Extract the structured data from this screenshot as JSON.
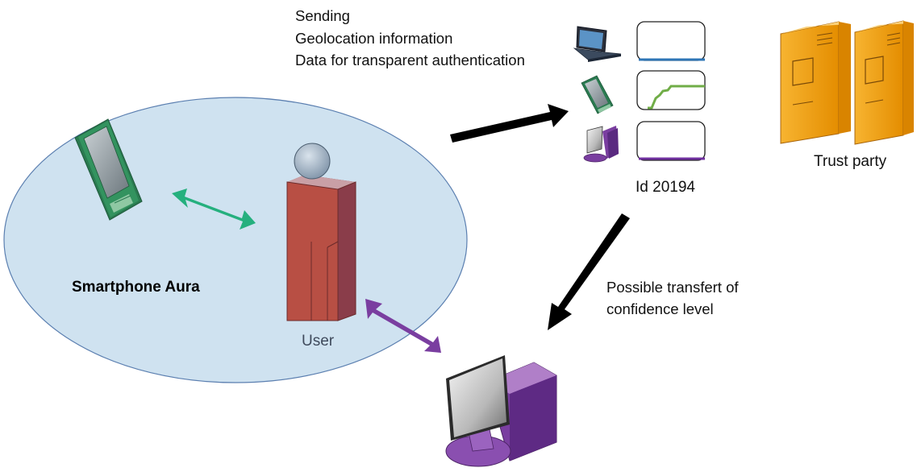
{
  "sending": {
    "lines": [
      "Sending",
      "Geolocation information",
      "Data for transparent authentication"
    ]
  },
  "aura_label": "Smartphone Aura",
  "user_label": "User",
  "device_id_label": "Id 20194",
  "trust_party_label": "Trust party",
  "transfer": {
    "lines": [
      "Possible transfert of",
      "confidence level"
    ]
  },
  "colors": {
    "aura_fill": "#cfe2f0",
    "aura_stroke": "#5b7fb0",
    "user_body": "#b84f44",
    "user_head": "#9eb1c4",
    "phone": "#2e8a5a",
    "green_arrow": "#25b07e",
    "purple_arrow": "#7a3ea0",
    "server": "#f2a20a",
    "laptop_line": "#2e75b6",
    "phone_line": "#70ad47",
    "pc_line": "#7030a0"
  }
}
